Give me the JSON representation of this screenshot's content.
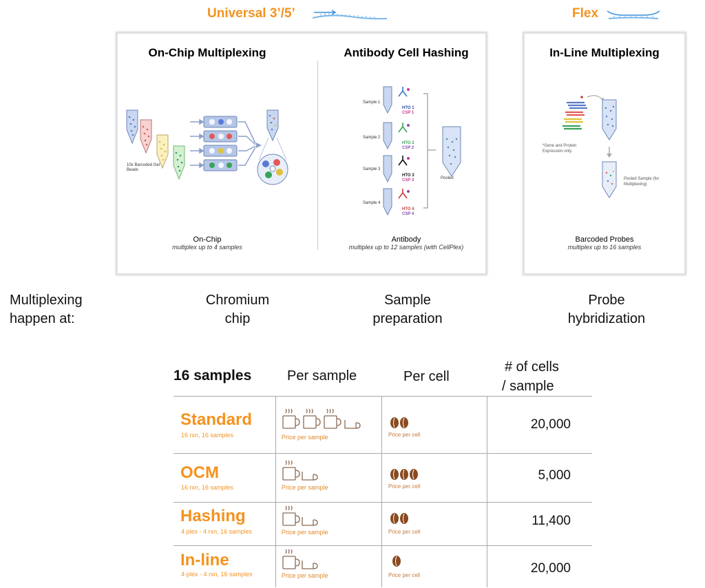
{
  "headers": {
    "universal": {
      "label": "Universal 3’/5’",
      "icon": "rna-strand-icon"
    },
    "flex": {
      "label": "Flex",
      "icon": "probe-pair-icon"
    }
  },
  "panels": {
    "on_chip": {
      "title": "On-Chip Multiplexing",
      "beads_label": "10x Barcoded Gel Beads",
      "caption": "On-Chip",
      "caption_sub": "multiplex up to 4 samples"
    },
    "cell_hashing": {
      "title": "Antibody Cell Hashing",
      "samples": [
        {
          "label": "Sample 1",
          "hto": "HTO 1",
          "csp": "CSP 1",
          "hto_color": "#2c48a8",
          "csp_color": "#c83a8c"
        },
        {
          "label": "Sample 2",
          "hto": "HTO 2",
          "csp": "CSP 2",
          "hto_color": "#3aa35a",
          "csp_color": "#8a4ab0"
        },
        {
          "label": "Sample 3",
          "hto": "HTO 3",
          "csp": "CSP 3",
          "hto_color": "#111111",
          "csp_color": "#c83a8c"
        },
        {
          "label": "Sample 4",
          "hto": "HTO 4",
          "csp": "CSP 4",
          "hto_color": "#c83a3a",
          "csp_color": "#8a4ab0"
        }
      ],
      "pooled_label": "Pooled",
      "caption": "Antibody",
      "caption_sub": "multiplex up to 12 samples (with CellPlex)"
    },
    "inline": {
      "title": "In-Line Multiplexing",
      "note": "*Gene and Protein Expression only",
      "pooled_label": "Pooled Sample (for Multiplexing)",
      "caption": "Barcoded Probes",
      "caption_sub": "multiplex up to 16 samples"
    }
  },
  "multiplexing_row": {
    "label_line1": "Multiplexing",
    "label_line2": "happen at:",
    "stages": [
      {
        "line1": "Chromium",
        "line2": "chip"
      },
      {
        "line1": "Sample",
        "line2": "preparation"
      },
      {
        "line1": "Probe",
        "line2": "hybridization"
      }
    ]
  },
  "table": {
    "header": {
      "samples": "16 samples",
      "per_sample": "Per sample",
      "per_cell": "Per cell",
      "cells_line1": "# of cells",
      "cells_line2": "/ sample"
    },
    "price_label": "Price per sample",
    "cell_label": "Price per cell",
    "rows": [
      {
        "name": "Standard",
        "sub": "16 rxn, 16 samples",
        "full_cups": 3,
        "half_cups": 1,
        "beans": 2,
        "cells": "20,000"
      },
      {
        "name": "OCM",
        "sub": "16 rxn, 16 samples",
        "full_cups": 1,
        "half_cups": 1,
        "beans": 3,
        "cells": "5,000"
      },
      {
        "name": "Hashing",
        "sub": "4 plex - 4 rxn, 16 samples",
        "full_cups": 1,
        "half_cups": 1,
        "beans": 2,
        "cells": "11,400"
      },
      {
        "name": "In-line",
        "sub": "4-plex - 4 rxn, 16 samples",
        "full_cups": 1,
        "half_cups": 1,
        "beans": 1,
        "cells": "20,000"
      }
    ]
  },
  "colors": {
    "accent_orange": "#f5921e",
    "coffee_brown": "#8a4a20",
    "cup_stroke": "#8a6a55",
    "tube_blue": "#5a78b8"
  }
}
